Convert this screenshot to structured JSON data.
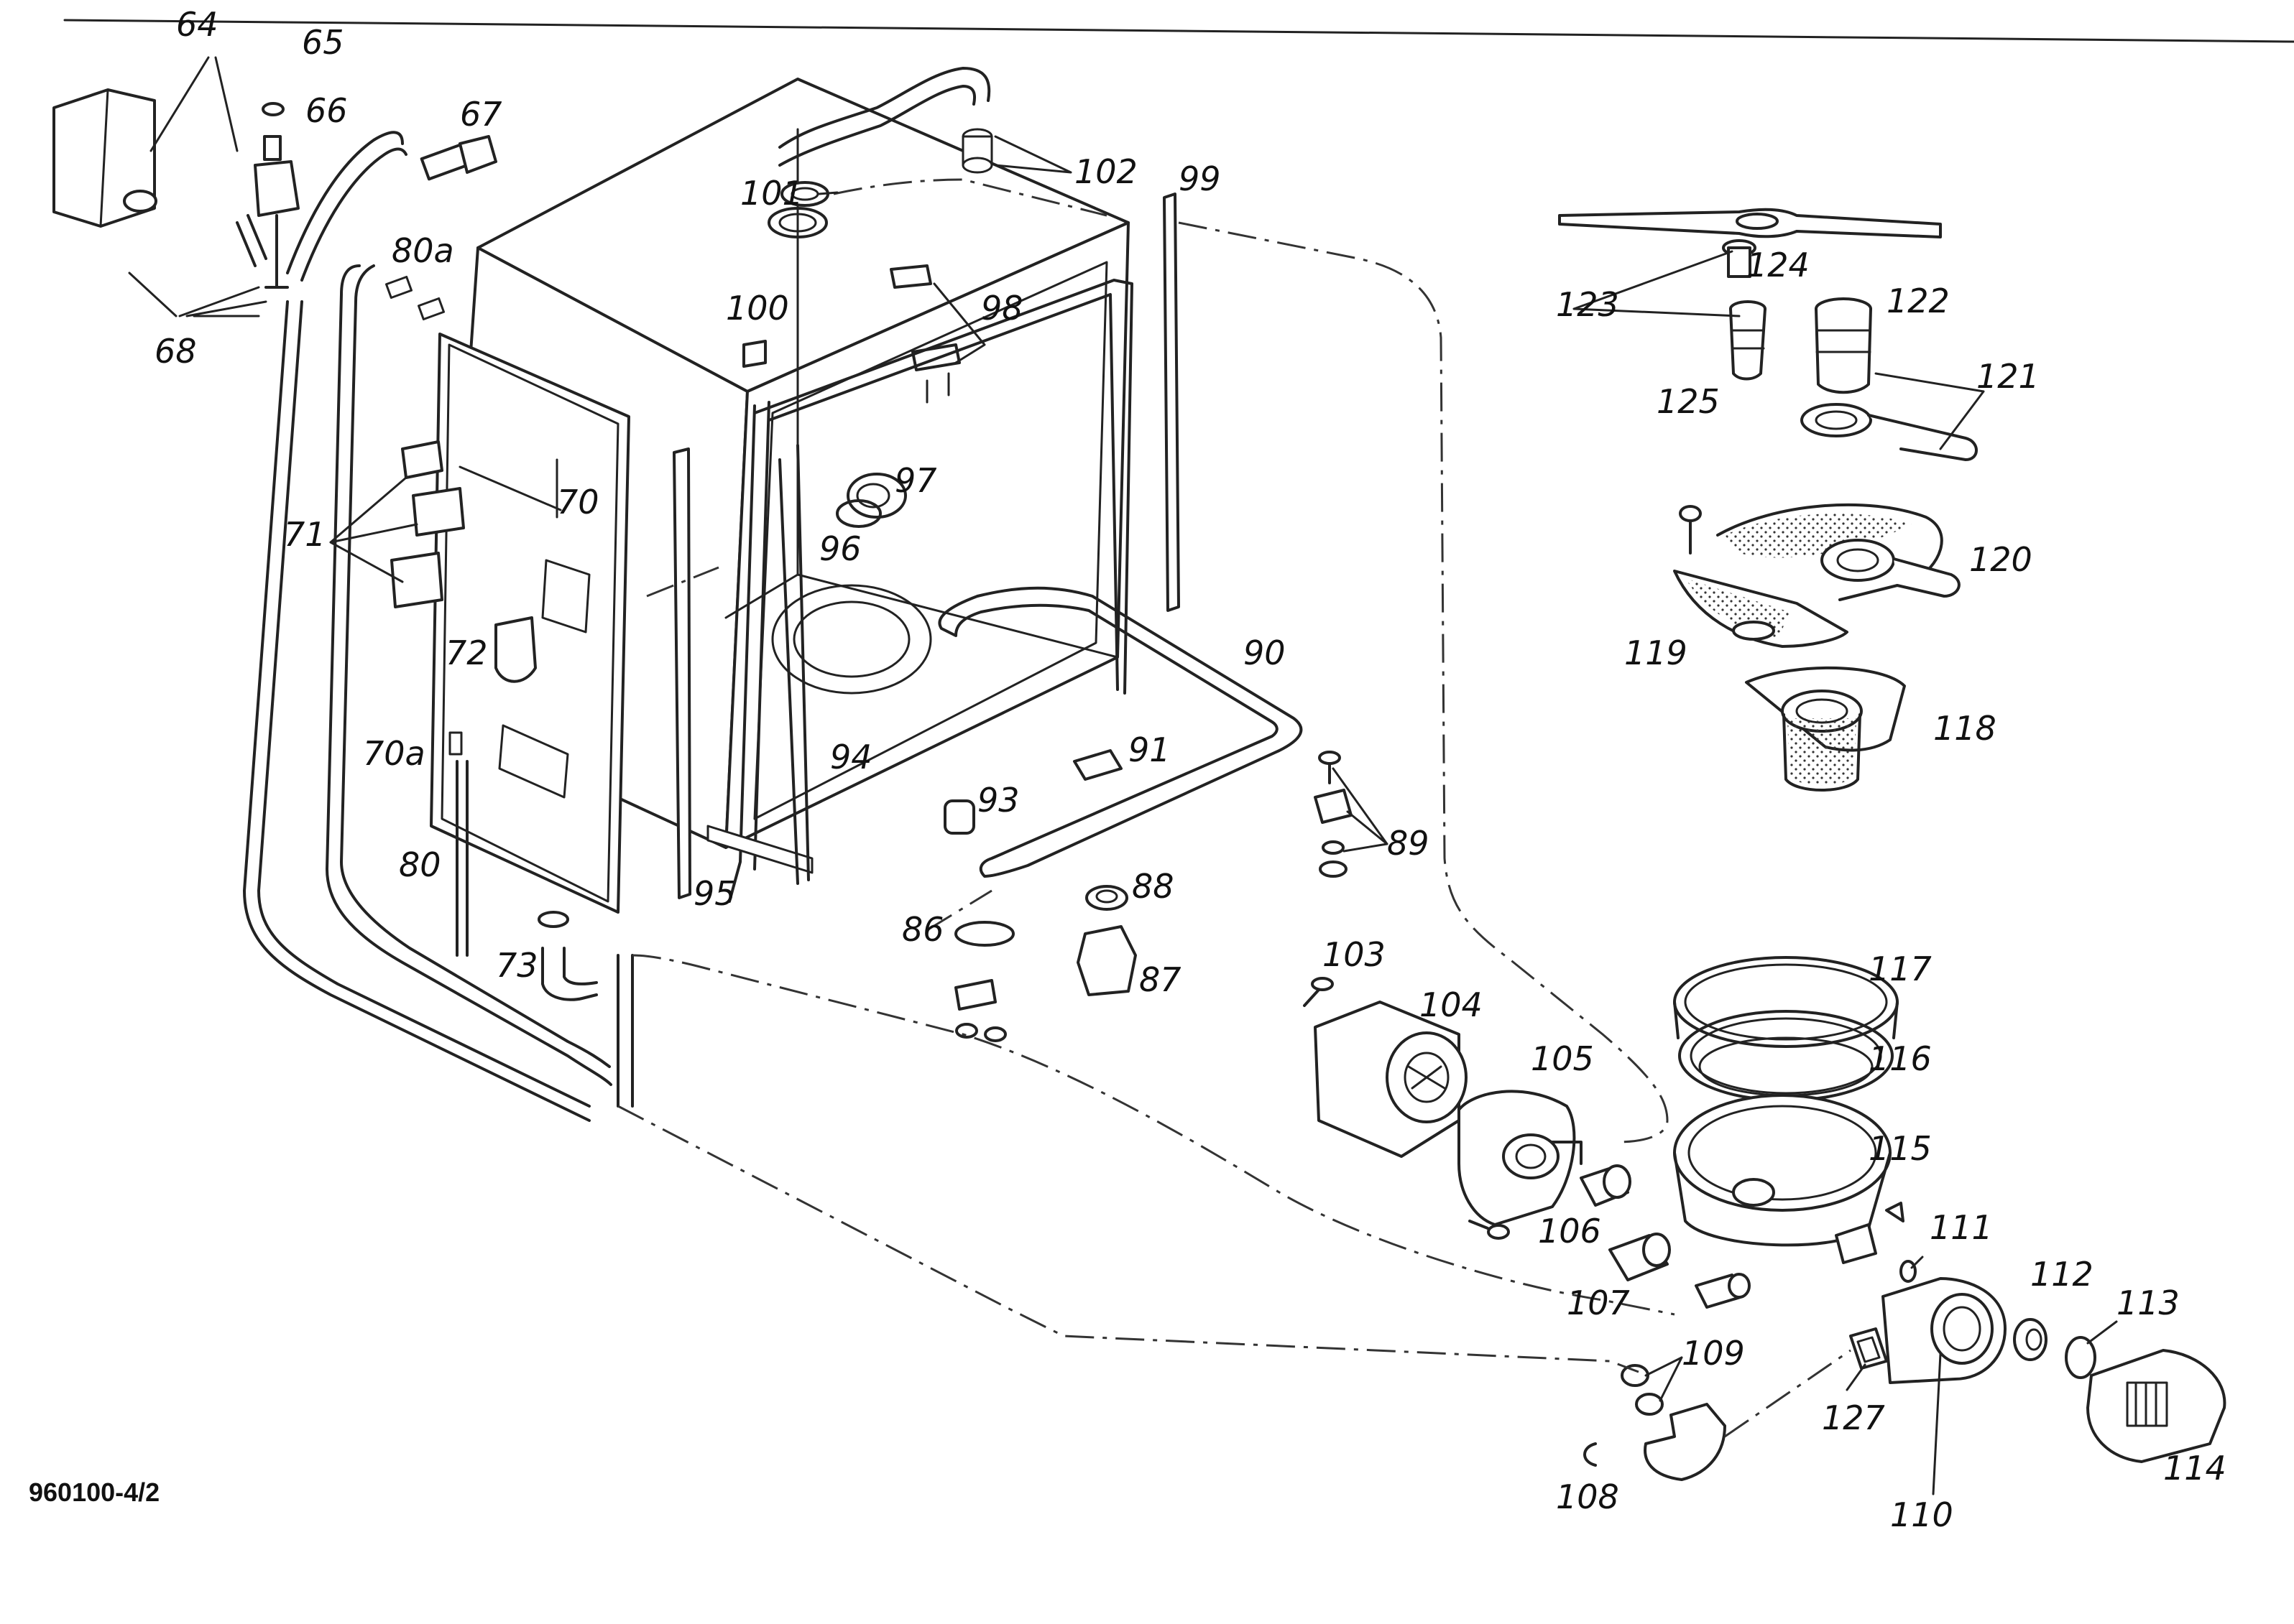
{
  "document_code": "960100-4/2",
  "labels": [
    "64",
    "65",
    "66",
    "67",
    "68",
    "80a",
    "100",
    "101",
    "102",
    "99",
    "98",
    "123",
    "124",
    "122",
    "125",
    "121",
    "71",
    "70",
    "97",
    "96",
    "120",
    "72",
    "119",
    "90",
    "118",
    "70a",
    "94",
    "91",
    "93",
    "89",
    "80",
    "95",
    "88",
    "86",
    "87",
    "73",
    "103",
    "104",
    "117",
    "105",
    "116",
    "115",
    "106",
    "111",
    "107",
    "112",
    "113",
    "109",
    "127",
    "108",
    "110",
    "114"
  ]
}
